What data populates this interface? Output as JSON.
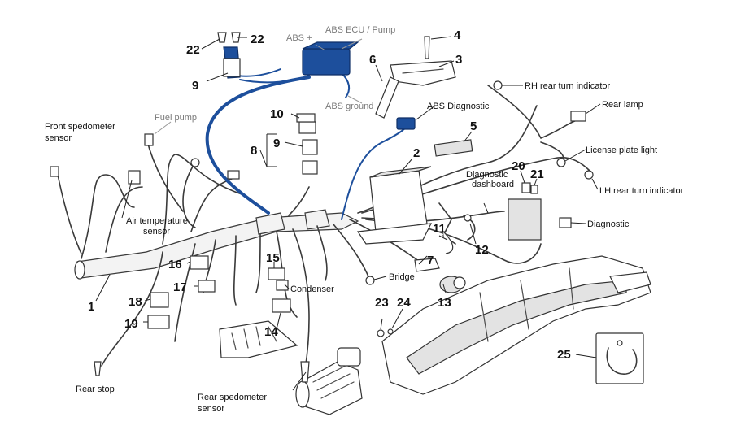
{
  "colors": {
    "abs_highlight": "#1d4f9c",
    "line": "#333333",
    "background": "#ffffff",
    "grey_label": "#7a7a7a"
  },
  "labels": {
    "front_speedometer_sensor_1": "Front spedometer",
    "front_speedometer_sensor_2": "sensor",
    "fuel_pump": "Fuel pump",
    "abs_plus": "ABS +",
    "abs_ecu_pump": "ABS ECU / Pump",
    "abs_ground": "ABS ground",
    "abs_diagnostic": "ABS Diagnostic",
    "rh_rear_turn_indicator": "RH rear turn indicator",
    "rear_lamp": "Rear lamp",
    "license_plate_light": "License plate light",
    "lh_rear_turn_indicator": "LH rear turn indicator",
    "diagnostic_dashboard_1": "Diagnostic",
    "diagnostic_dashboard_2": "dashboard",
    "diagnostic": "Diagnostic",
    "air_temperature_sensor_1": "Air temperature",
    "air_temperature_sensor_2": "sensor",
    "condenser": "Condenser",
    "bridge": "Bridge",
    "rear_stop": "Rear stop",
    "rear_speedometer_sensor_1": "Rear spedometer",
    "rear_speedometer_sensor_2": "sensor"
  },
  "callouts": {
    "n1": "1",
    "n2": "2",
    "n3": "3",
    "n4": "4",
    "n5": "5",
    "n6": "6",
    "n7": "7",
    "n8": "8",
    "n9_top": "9",
    "n9_mid": "9",
    "n10": "10",
    "n11": "11",
    "n12": "12",
    "n13": "13",
    "n14": "14",
    "n15": "15",
    "n16": "16",
    "n17": "17",
    "n18": "18",
    "n19": "19",
    "n20": "20",
    "n21": "21",
    "n22_left": "22",
    "n22_right": "22",
    "n23": "23",
    "n24": "24",
    "n25": "25"
  }
}
